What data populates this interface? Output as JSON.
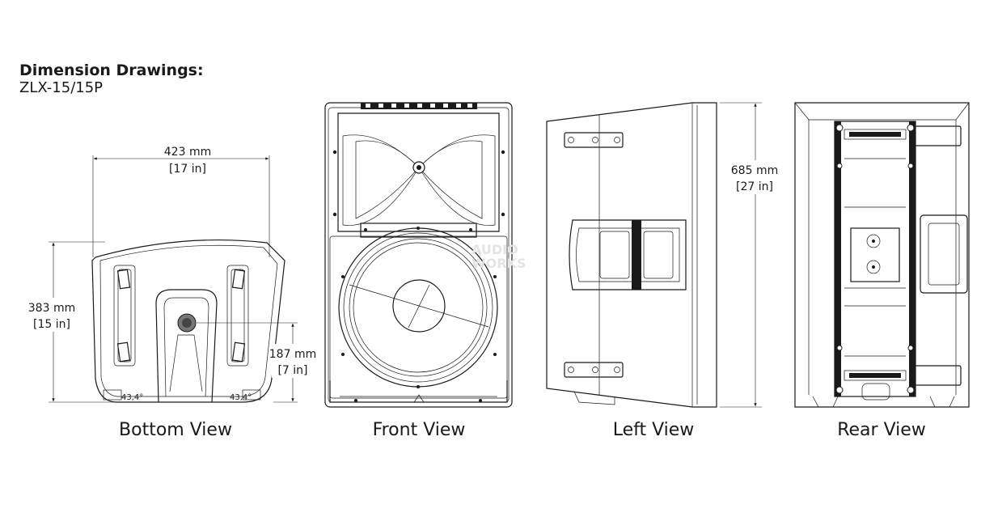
{
  "header": {
    "title": "Dimension Drawings:",
    "model": "ZLX-15/15P"
  },
  "dimensions": {
    "width_mm": "423 mm",
    "width_in": "[17 in]",
    "depth_mm": "383 mm",
    "depth_in": "[15 in]",
    "pole_mm": "187 mm",
    "pole_in": "[7 in]",
    "angle_left": "43,4°",
    "angle_right": "43,4°",
    "height_mm": "685 mm",
    "height_in": "[27 in]"
  },
  "watermark": {
    "line1": "AUDIO",
    "line2": "WORKS"
  },
  "views": [
    {
      "label": "Bottom View"
    },
    {
      "label": "Front View"
    },
    {
      "label": "Left View"
    },
    {
      "label": "Rear View"
    }
  ]
}
